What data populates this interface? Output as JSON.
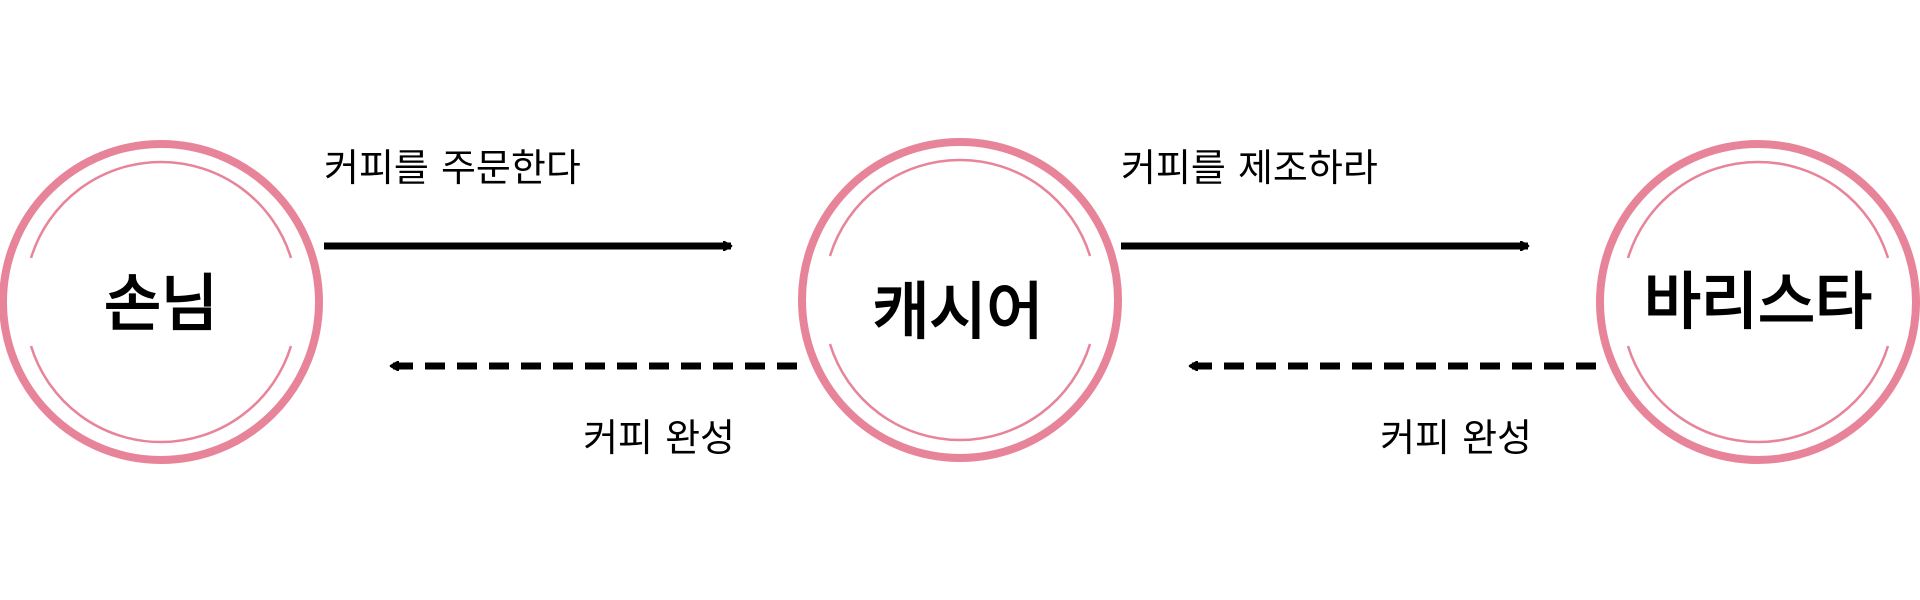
{
  "colors": {
    "node_ring": "#e8849a",
    "arrow": "#000000",
    "text": "#000000",
    "background": "#ffffff"
  },
  "nodes": [
    {
      "id": "customer",
      "label": "손님"
    },
    {
      "id": "cashier",
      "label": "캐시어"
    },
    {
      "id": "barista",
      "label": "바리스타"
    }
  ],
  "edges": [
    {
      "from": "customer",
      "to": "cashier",
      "label": "커피를 주문한다",
      "style": "solid"
    },
    {
      "from": "cashier",
      "to": "barista",
      "label": "커피를 제조하라",
      "style": "solid"
    },
    {
      "from": "barista",
      "to": "cashier",
      "label": "커피 완성",
      "style": "dashed"
    },
    {
      "from": "cashier",
      "to": "customer",
      "label": "커피 완성",
      "style": "dashed"
    }
  ]
}
